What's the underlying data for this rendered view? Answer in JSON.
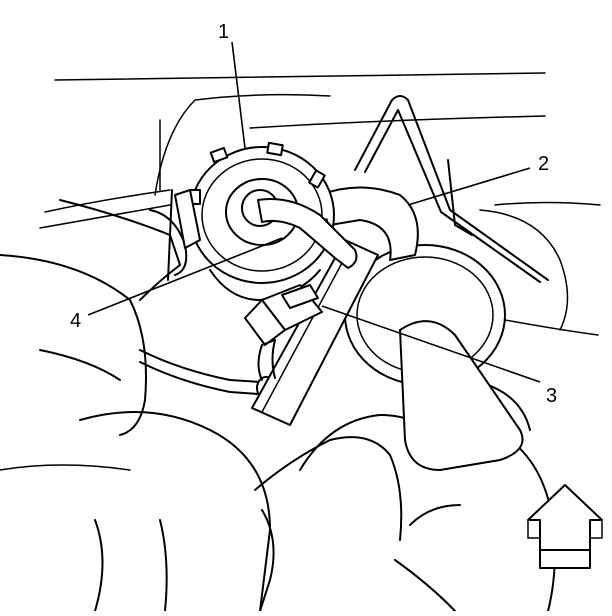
{
  "callouts": [
    {
      "id": "1",
      "label": "1",
      "part": "canister-purge-valve"
    },
    {
      "id": "2",
      "label": "2",
      "part": "evap-hose-to-canister"
    },
    {
      "id": "3",
      "label": "3",
      "part": "electrical-connector"
    },
    {
      "id": "4",
      "label": "4",
      "part": "purge-hose-to-manifold"
    }
  ],
  "orientation_arrow": {
    "icon": "front-of-vehicle-arrow-icon"
  },
  "colors": {
    "line": "#000000",
    "background": "#ffffff"
  }
}
